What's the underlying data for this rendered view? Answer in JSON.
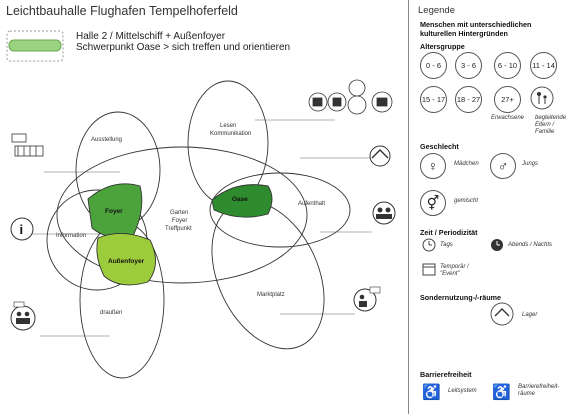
{
  "header": {
    "title": "Leichtbauhalle Flughafen Tempelhoferfeld",
    "line1": "Halle 2 / Mittelschiff + Außenfoyer",
    "line2": "Schwerpunkt Oase > sich treffen und orientieren"
  },
  "diagram": {
    "ausstellung": "Ausstellung",
    "lesen1": "Lesen",
    "lesen2": "Kommunikation",
    "information": "Information",
    "garten": "Garten",
    "foyer_c": "Foyer",
    "treffpunkt": "Treffpunkt",
    "aufenthalt": "Aufenthalt",
    "marktplatz": "Marktplatz",
    "draussen": "draußen",
    "foyer": "Foyer",
    "aussenfoyer": "Außenfoyer",
    "oase": "Oase"
  },
  "legend": {
    "title": "Legende",
    "people_line1": "Menschen mit unterschiedlichen",
    "people_line2": "kulturellen Hintergründen",
    "age_group": "Altersgruppe",
    "ages": [
      "0 - 6",
      "3 - 6",
      "6 - 10",
      "11 - 14",
      "15 - 17",
      "18 - 27",
      "27+"
    ],
    "erwachsene": "Erwachsene",
    "begleitende1": "begleitende",
    "begleitende2": "Eltern /",
    "begleitende3": "Familie",
    "geschlecht": "Geschlecht",
    "maedchen": "Mädchen",
    "jungs": "Jungs",
    "gemischt": "gemischt",
    "zeit": "Zeit / Periodizität",
    "tags": "Tags",
    "abends": "Abends / Nachts",
    "temporaer1": "Temporär /",
    "temporaer2": "\"Event\"",
    "sonder": "Sondernutzung-/-räume",
    "lager": "Lager",
    "barriere": "Barrierefreiheit",
    "leitsystem": "Leitsystem",
    "bf1": "Barrierefreiheit-",
    "bf2": "räume",
    "symbols": {
      "female": "♀",
      "male": "♂",
      "mixed": "⚥"
    }
  },
  "colors": {
    "dark_green": "#2e8b2e",
    "mid_green": "#6db33f",
    "light_green": "#9ccc3c",
    "bar_green": "#9ad27f"
  }
}
